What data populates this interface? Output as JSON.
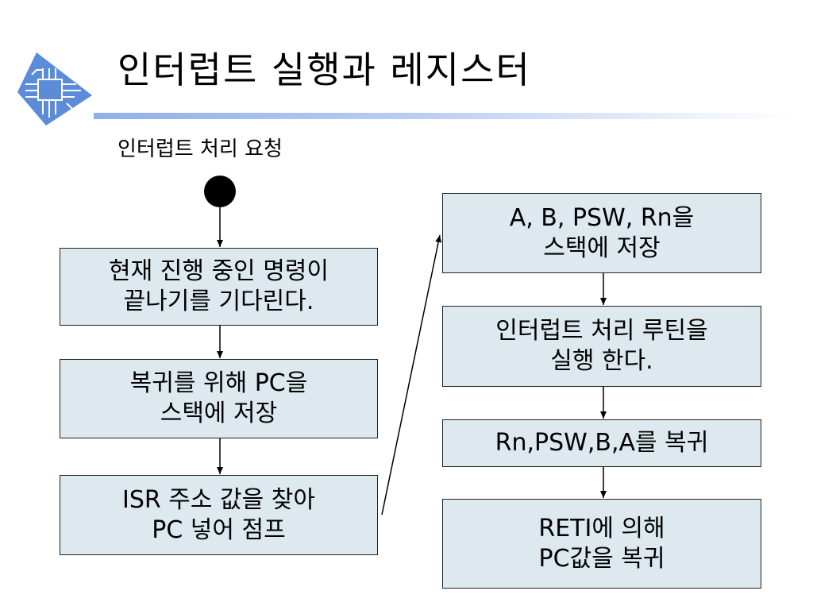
{
  "slide": {
    "title": "인터럽트 실행과 레지스터",
    "subtitle": "인터럽트 처리 요청"
  },
  "flow": {
    "left": [
      "현재 진행 중인 명령이\n끝나기를 기다린다.",
      "복귀를 위해 PC을\n스택에 저장",
      "ISR 주소 값을 찾아\nPC 넣어 점프"
    ],
    "right": [
      "A, B, PSW, Rn을\n스택에 저장",
      "인터럽트 처리 루틴을\n실행 한다.",
      "Rn,PSW,B,A를 복귀",
      "RETI에 의해\nPC값을 복귀"
    ]
  },
  "colors": {
    "box_fill": "#dde9ee",
    "title_bar": "#8fb0e8",
    "logo": "#5b8bd9"
  },
  "icons": [
    "circuit-chip-logo-icon",
    "start-node-icon"
  ]
}
